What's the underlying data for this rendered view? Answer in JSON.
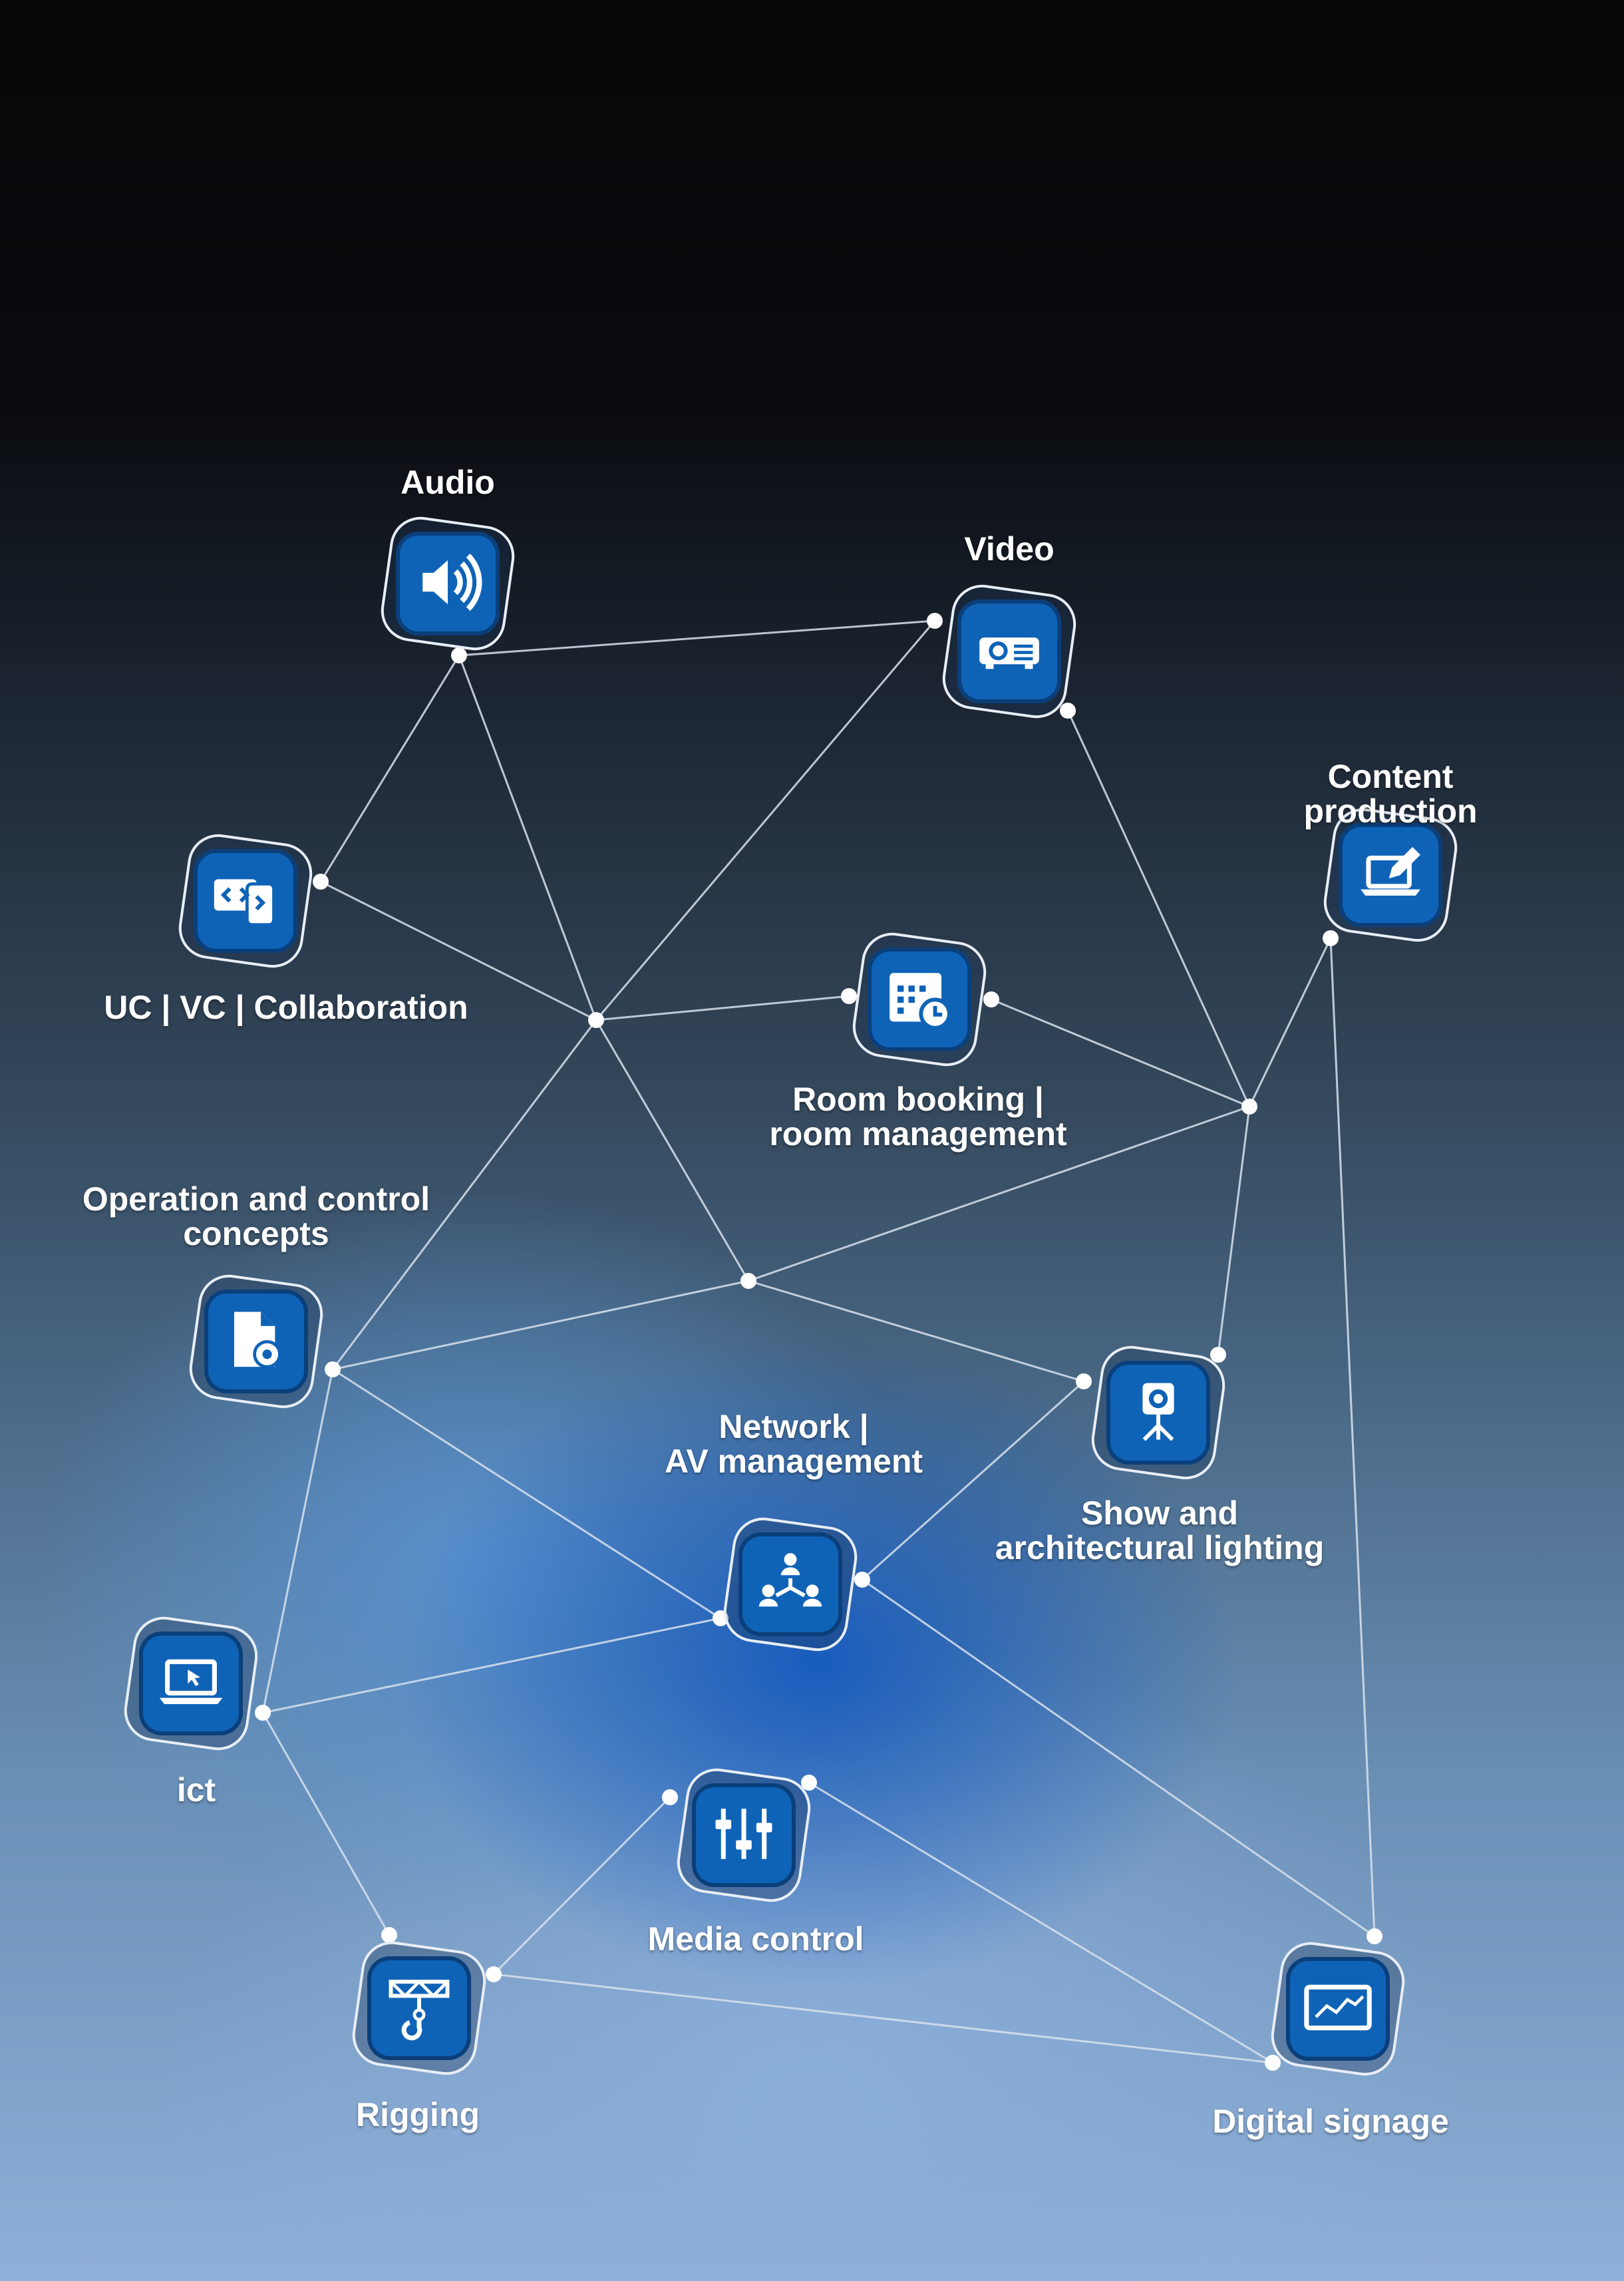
{
  "nodes": [
    {
      "id": "audio",
      "label": "Audio",
      "icon": "speaker-icon"
    },
    {
      "id": "video",
      "label": "Video",
      "icon": "projector-icon"
    },
    {
      "id": "content",
      "label": "Content production",
      "icon": "laptop-pen-icon"
    },
    {
      "id": "uc",
      "label": "UC | VC | Collaboration",
      "icon": "devices-icon"
    },
    {
      "id": "room",
      "label": "Room booking |\nroom management",
      "icon": "calendar-clock-icon"
    },
    {
      "id": "operation",
      "label": "Operation and control\nconcepts",
      "icon": "document-gear-icon"
    },
    {
      "id": "network",
      "label": "Network |\nAV management",
      "icon": "network-people-icon"
    },
    {
      "id": "lighting",
      "label": "Show and\narchitectural lighting",
      "icon": "spotlight-icon"
    },
    {
      "id": "ict",
      "label": "ict",
      "icon": "laptop-cursor-icon"
    },
    {
      "id": "media",
      "label": "Media control",
      "icon": "sliders-icon"
    },
    {
      "id": "rigging",
      "label": "Rigging",
      "icon": "truss-hook-icon"
    },
    {
      "id": "signage",
      "label": "Digital signage",
      "icon": "monitor-chart-icon"
    }
  ],
  "colors": {
    "tile": "#0f63b7",
    "tile_border": "#0a3f7a",
    "line": "#d8e2ee",
    "text": "#ffffff"
  }
}
